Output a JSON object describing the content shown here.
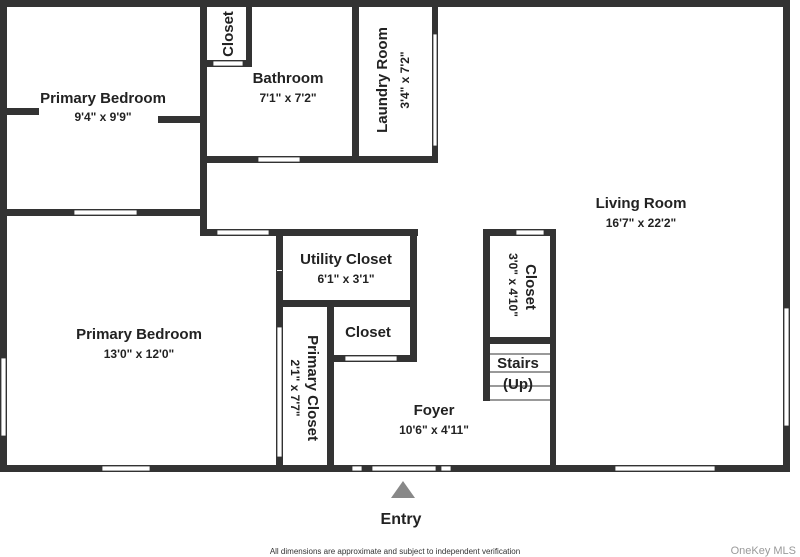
{
  "rooms": {
    "primary_bedroom_upper": {
      "name": "Primary Bedroom",
      "dims": "9'4\" x 9'9\""
    },
    "bathroom_closet": {
      "name": "Closet"
    },
    "bathroom": {
      "name": "Bathroom",
      "dims": "7'1\" x 7'2\""
    },
    "laundry_room": {
      "name": "Laundry Room",
      "dims": "3'4\" x 7'2\""
    },
    "living_room": {
      "name": "Living Room",
      "dims": "16'7\" x 22'2\""
    },
    "utility_closet": {
      "name": "Utility Closet",
      "dims": "6'1\" x 3'1\""
    },
    "living_closet": {
      "name": "Closet",
      "dims": "3'0\" x 4'10\""
    },
    "primary_bedroom_lower": {
      "name": "Primary Bedroom",
      "dims": "13'0\" x 12'0\""
    },
    "primary_closet": {
      "name": "Primary Closet",
      "dims": "2'1\" x 7'7\""
    },
    "foyer_closet": {
      "name": "Closet"
    },
    "stairs": {
      "name": "Stairs",
      "direction": "(Up)"
    },
    "foyer": {
      "name": "Foyer",
      "dims": "10'6\" x 4'11\""
    }
  },
  "entry": {
    "label": "Entry"
  },
  "footnote": "All dimensions are approximate and subject to independent verification",
  "watermark": "OneKey MLS",
  "colors": {
    "wall": "#333333",
    "window": "#ffffff",
    "arrow": "#888888"
  }
}
